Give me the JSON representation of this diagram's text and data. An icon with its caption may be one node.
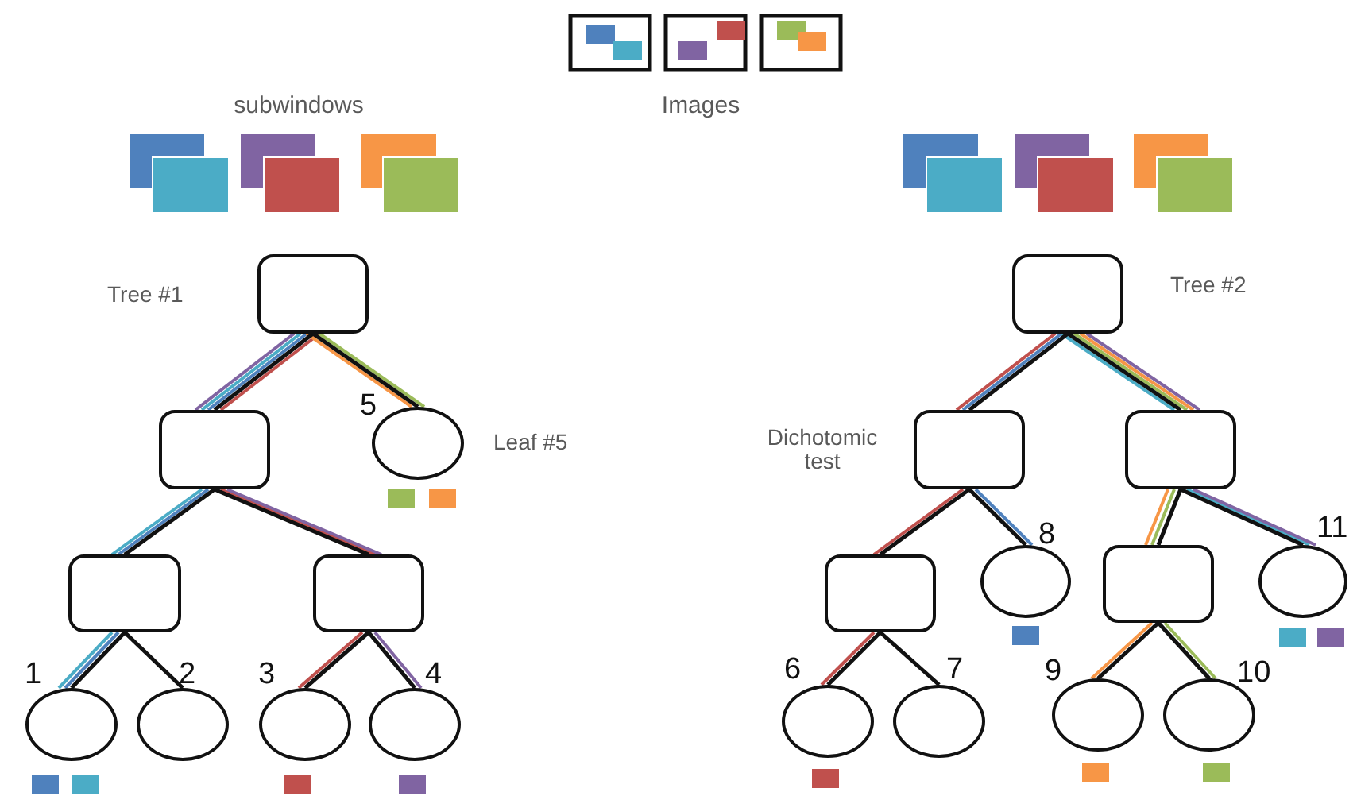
{
  "diagram": {
    "nodes": [
      {
        "text": [],
        "shape": "box",
        "beside": [
          "Tree #1"
        ]
      },
      {
        "text": [],
        "shape": "box"
      },
      {
        "text": [],
        "shape": "ellipse",
        "beside": [
          "5",
          "Leaf #5"
        ]
      },
      {
        "text": [],
        "shape": "box"
      },
      {
        "text": [],
        "shape": "box"
      },
      {
        "text": [],
        "shape": "ellipse",
        "beside": [
          "1"
        ]
      },
      {
        "text": [],
        "shape": "ellipse",
        "beside": [
          "2"
        ]
      },
      {
        "text": [],
        "shape": "ellipse",
        "beside": [
          "3"
        ]
      },
      {
        "text": [],
        "shape": "ellipse",
        "beside": [
          "4"
        ]
      },
      {
        "text": [],
        "shape": "box",
        "beside": [
          "Tree #2"
        ]
      },
      {
        "text": [],
        "shape": "box",
        "beside": [
          "Dichotomic test"
        ]
      },
      {
        "text": [],
        "shape": "box"
      },
      {
        "text": [],
        "shape": "box"
      },
      {
        "text": [],
        "shape": "ellipse",
        "beside": [
          "8"
        ]
      },
      {
        "text": [],
        "shape": "box"
      },
      {
        "text": [],
        "shape": "ellipse",
        "beside": [
          "11"
        ]
      },
      {
        "text": [],
        "shape": "ellipse",
        "beside": [
          "6"
        ]
      },
      {
        "text": [],
        "shape": "ellipse",
        "beside": [
          "7"
        ]
      },
      {
        "text": [],
        "shape": "ellipse",
        "beside": [
          "9"
        ]
      },
      {
        "text": [],
        "shape": "ellipse",
        "beside": [
          "10"
        ]
      }
    ],
    "edges": [
      {
        "from": 0,
        "to": 1,
        "arrow": "none"
      },
      {
        "from": 0,
        "to": 2,
        "arrow": "none"
      },
      {
        "from": 1,
        "to": 3,
        "arrow": "none"
      },
      {
        "from": 1,
        "to": 4,
        "arrow": "none"
      },
      {
        "from": 3,
        "to": 5,
        "arrow": "none"
      },
      {
        "from": 3,
        "to": 6,
        "arrow": "none"
      },
      {
        "from": 4,
        "to": 7,
        "arrow": "none"
      },
      {
        "from": 4,
        "to": 8,
        "arrow": "none"
      },
      {
        "from": 9,
        "to": 10,
        "arrow": "none"
      },
      {
        "from": 9,
        "to": 11,
        "arrow": "none"
      },
      {
        "from": 10,
        "to": 12,
        "arrow": "none"
      },
      {
        "from": 10,
        "to": 13,
        "arrow": "none"
      },
      {
        "from": 11,
        "to": 14,
        "arrow": "none"
      },
      {
        "from": 11,
        "to": 15,
        "arrow": "none"
      },
      {
        "from": 12,
        "to": 16,
        "arrow": "none"
      },
      {
        "from": 12,
        "to": 17,
        "arrow": "none"
      },
      {
        "from": 14,
        "to": 18,
        "arrow": "none"
      },
      {
        "from": 14,
        "to": 19,
        "arrow": "none"
      }
    ],
    "labels": [
      "Images",
      "subwindows"
    ]
  }
}
